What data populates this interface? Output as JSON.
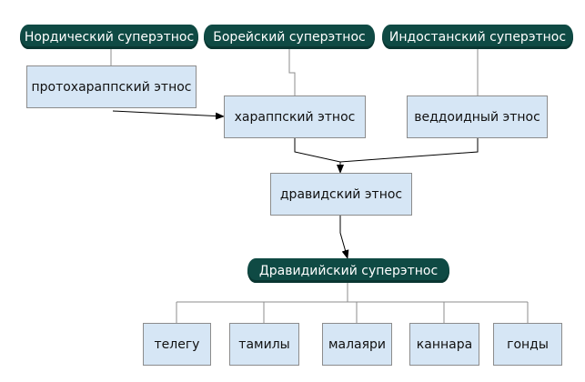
{
  "superethnoses": {
    "nordic": "Нордический суперэтнос",
    "boreal": "Борейский суперэтнос",
    "indostan": "Индостанский суперэтнос",
    "dravidian": "Дравидийский суперэтнос"
  },
  "ethnoses": {
    "proto_harappan": "протохараппский этнос",
    "harappan": "хараппский этнос",
    "veddoid": "веддоидный этнос",
    "dravidian": "дравидский этнос"
  },
  "peoples": [
    "телегу",
    "тамилы",
    "малаяри",
    "каннара",
    "гонды"
  ]
}
